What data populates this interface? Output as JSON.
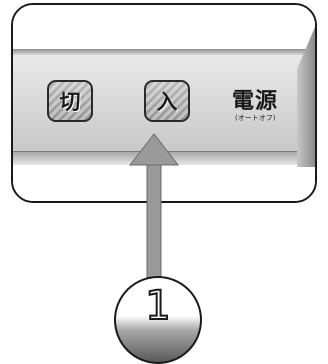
{
  "panel": {
    "off_button_label": "切",
    "on_button_label": "入",
    "power_label": "電源",
    "power_sublabel": "(オートオフ)"
  },
  "callout": {
    "step_number": "1"
  },
  "colors": {
    "outline": "#1a1a1a",
    "panel_face": "#d7d7d7",
    "arrow": "#9a9a9a"
  },
  "icons": {
    "arrow": "up-arrow-icon"
  }
}
